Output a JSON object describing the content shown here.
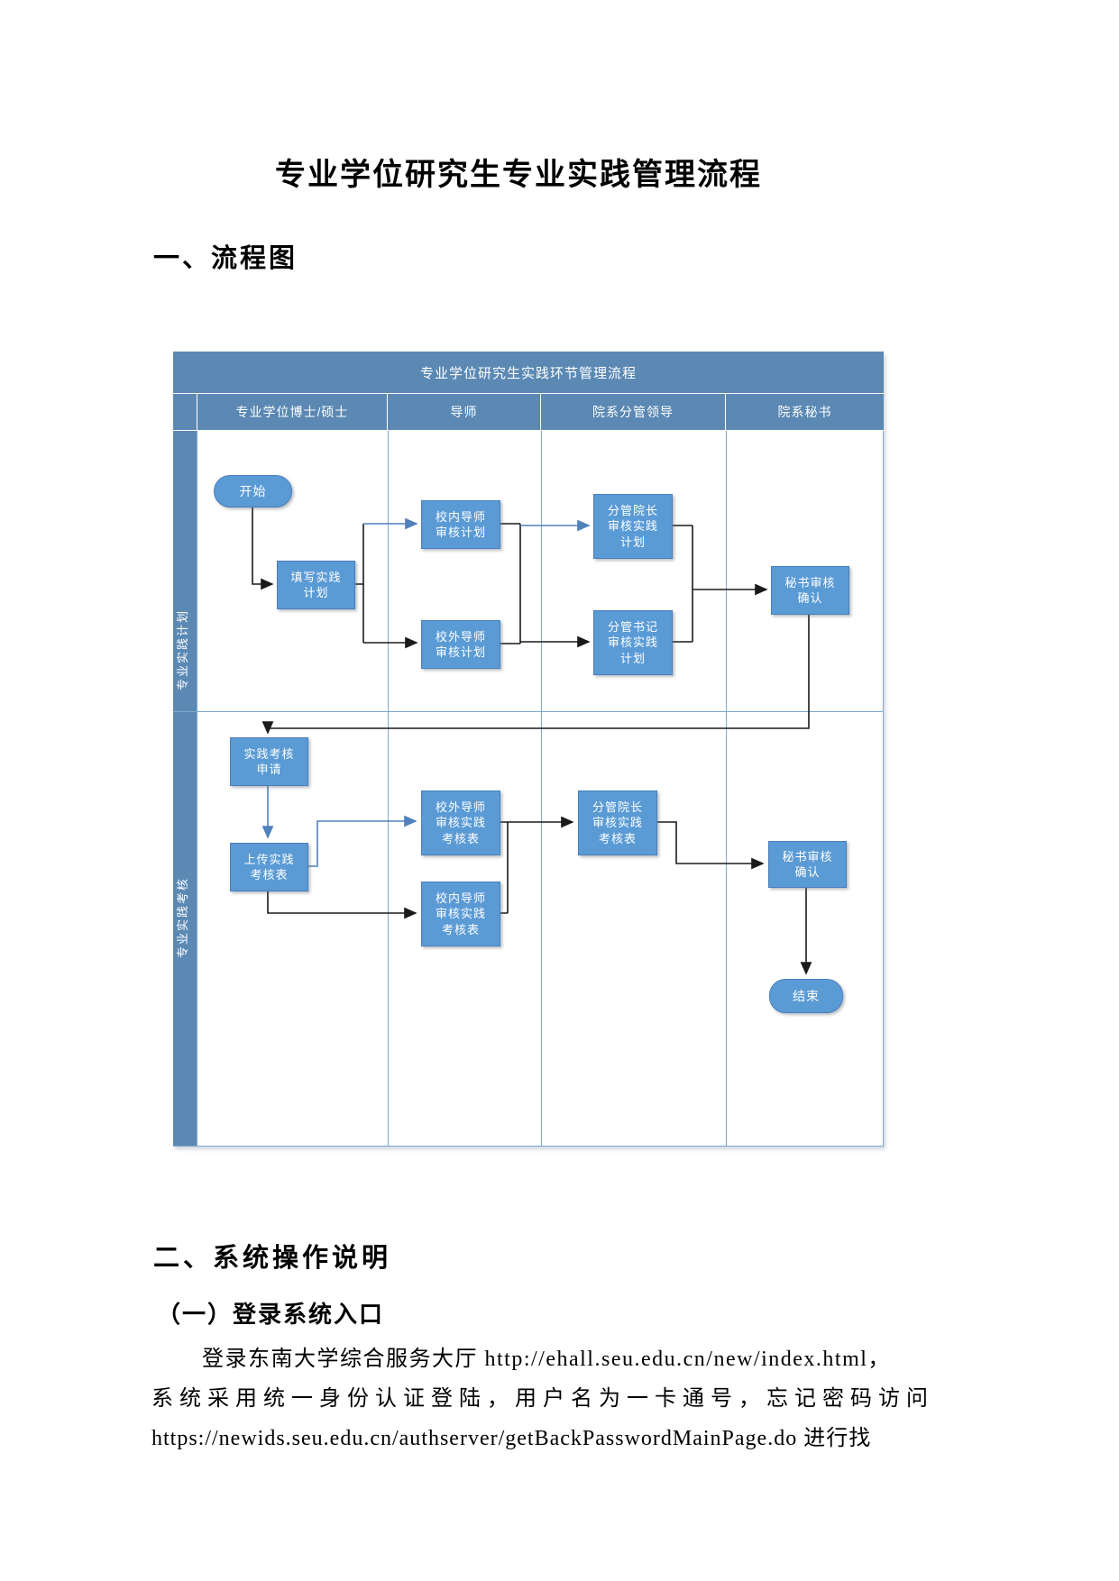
{
  "page": {
    "title": "专业学位研究生专业实践管理流程",
    "section1": "一、流程图",
    "section2": "二、系统操作说明",
    "subsection": "（一）登录系统入口",
    "paragraph_lines": [
      "登录东南大学综合服务大厅 http://ehall.seu.edu.cn/new/index.html，",
      "系统采用统一身份认证登陆，用户名为一卡通号，忘记密码访问",
      "https://newids.seu.edu.cn/authserver/getBackPasswordMainPage.do 进行找"
    ]
  },
  "flowchart": {
    "title": "专业学位研究生实践环节管理流程",
    "lanes": [
      "专业学位博士/硕士",
      "导师",
      "院系分管领导",
      "院系秘书"
    ],
    "phases": [
      "专业实践计划",
      "专业实践考核"
    ],
    "nodes": {
      "start": "开始",
      "fill_plan": "填写实践\n计划",
      "internal_tutor_plan": "校内导师\n审核计划",
      "external_tutor_plan": "校外导师\n审核计划",
      "dean_review_plan": "分管院长\n审核实践\n计划",
      "secretary_review_plan": "分管书记\n审核实践\n计划",
      "clerk_confirm_plan": "秘书审核\n确认",
      "assess_apply": "实践考核\n申请",
      "upload_form": "上传实践\n考核表",
      "external_tutor_assess": "校外导师\n审核实践\n考核表",
      "internal_tutor_assess": "校内导师\n审核实践\n考核表",
      "dean_review_assess": "分管院长\n审核实践\n考核表",
      "clerk_confirm_assess": "秘书审核\n确认",
      "end": "结束"
    },
    "colors": {
      "header_blue": "#5b89b4",
      "box_blue": "#5b9bd5",
      "box_border": "#4a7ebc",
      "grid_line": "#7fa8cc",
      "arrow_black": "#1a1a1a",
      "arrow_blue": "#4f81bd"
    }
  }
}
